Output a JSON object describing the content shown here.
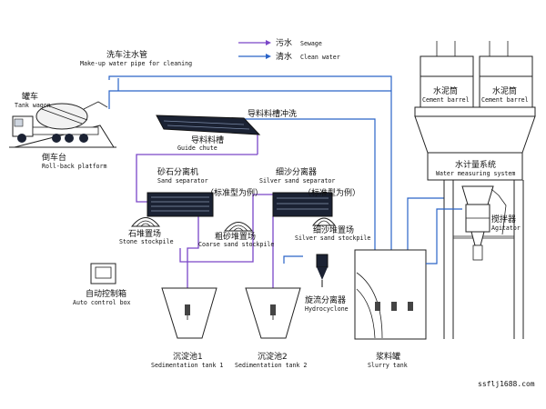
{
  "legend": {
    "sewage_cn": "污水",
    "sewage_en": "Sewage",
    "sewage_color": "#7a46c8",
    "clean_cn": "清水",
    "clean_en": "Clean water",
    "clean_color": "#2a63c8"
  },
  "labels": {
    "washpipe_cn": "洗车注水管",
    "washpipe_en": "Make-up water pipe for cleaning",
    "truck_cn": "罐车",
    "truck_en": "Tank wagon",
    "platform_cn": "倒车台",
    "platform_en": "Roll-back platform",
    "guide_cn": "导料料槽",
    "guide_en": "Guide chute",
    "guide_wash_cn": "导料料槽冲洗",
    "sandsep_cn": "砂石分离机",
    "sandsep_en": "Sand separator",
    "standard1_cn": "（标准型为例）",
    "silversep_cn": "细沙分离器",
    "silversep_en": "Silver sand separator",
    "standard2_cn": "（标准型为例）",
    "stone_cn": "石堆置场",
    "stone_en": "Stone stockpile",
    "coarse_cn": "粗砂堆置场",
    "coarse_en": "Coarse sand stockpile",
    "silverpile_cn": "细沙堆置场",
    "silverpile_en": "Silver sand stockpile",
    "hydro_cn": "旋流分离器",
    "hydro_en": "Hydrocyclone",
    "control_cn": "自动控制箱",
    "control_en": "Auto control box",
    "tank1_cn": "沉淀池1",
    "tank1_en": "Sedimentation tank 1",
    "tank2_cn": "沉淀池2",
    "tank2_en": "Sedimentation tank 2",
    "slurry_cn": "浆料罐",
    "slurry_en": "Slurry tank",
    "cement1_cn": "水泥筒",
    "cement1_en": "Cement barrel",
    "cement2_cn": "水泥筒",
    "cement2_en": "Cement barrel",
    "water_cn": "水计量系统",
    "water_en": "Water measuring system",
    "agitator_cn": "搅拌器",
    "agitator_en": "Agitator"
  },
  "watermark": "ssflj1688.com"
}
